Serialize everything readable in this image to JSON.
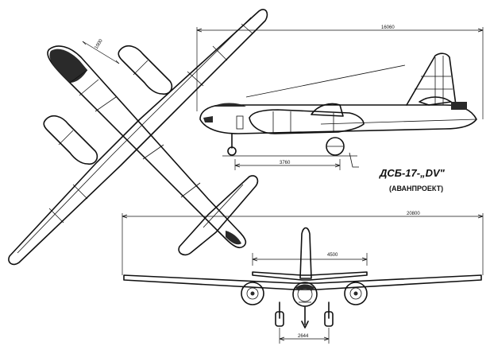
{
  "drawing": {
    "title": "ДСБ-17-„DV\"",
    "subtitle": "(АВАНПРОЕКТ)"
  },
  "dimensions": {
    "wing_root_offset": "1000",
    "overall_length": "16060",
    "wheelbase": "3760",
    "wingspan": "20800",
    "tailplane_span": "4500",
    "main_gear_track": "2644"
  }
}
